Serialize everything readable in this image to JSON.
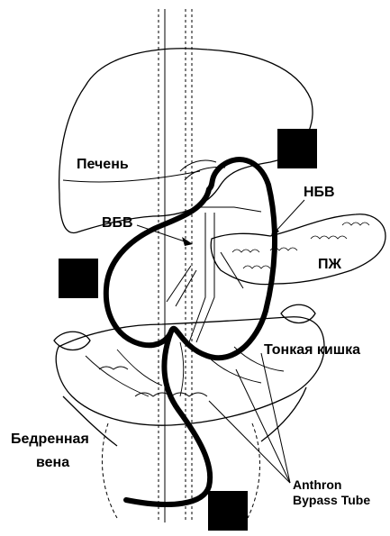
{
  "labels": {
    "liver": "Печень",
    "svc": "ВБВ",
    "ivc": "НБВ",
    "pancreas": "ПЖ",
    "small_intestine": "Тонкая кишка",
    "femoral_line1": "Бедренная",
    "femoral_line2": "вена",
    "tube_line1": "Anthron",
    "tube_line2": "Bypass Tube"
  },
  "colors": {
    "ink": "#000000",
    "background": "#ffffff"
  }
}
